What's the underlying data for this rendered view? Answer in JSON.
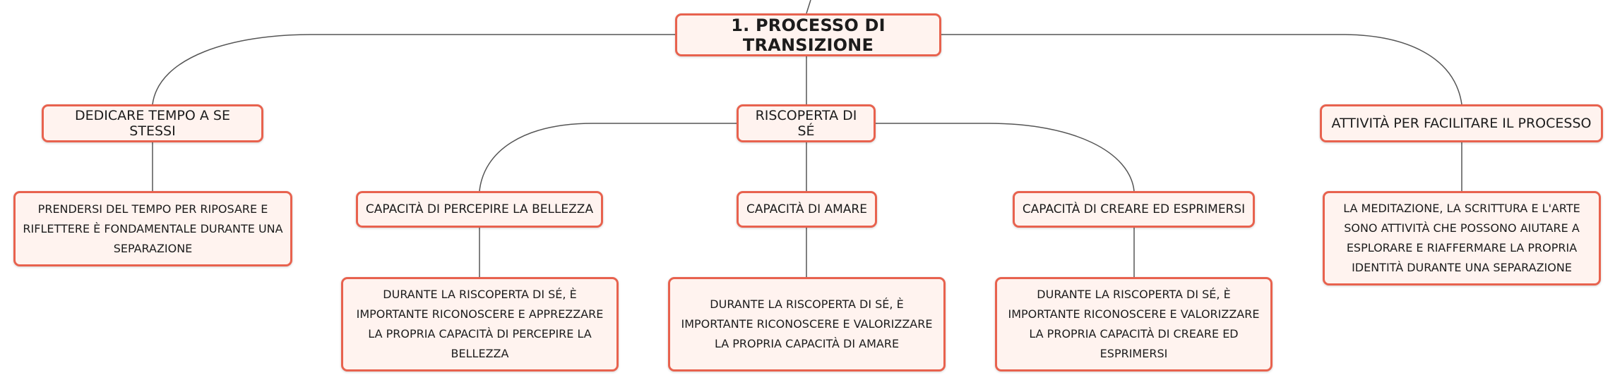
{
  "diagram": {
    "root": {
      "label": "1. PROCESSO DI TRANSIZIONE"
    },
    "branches": [
      {
        "label": "DEDICARE TEMPO A SE STESSI",
        "children": [
          {
            "label": "PRENDERSI DEL TEMPO PER RIPOSARE E RIFLETTERE È FONDAMENTALE DURANTE UNA SEPARAZIONE"
          }
        ]
      },
      {
        "label": "RISCOPERTA DI SÉ",
        "children": [
          {
            "label": "CAPACITÀ DI PERCEPIRE LA BELLEZZA",
            "children": [
              {
                "label": "DURANTE LA RISCOPERTA DI SÉ, È IMPORTANTE RICONOSCERE E APPREZZARE LA PROPRIA CAPACITÀ DI PERCEPIRE LA BELLEZZA"
              }
            ]
          },
          {
            "label": "CAPACITÀ DI AMARE",
            "children": [
              {
                "label": "DURANTE LA RISCOPERTA DI SÉ, È IMPORTANTE RICONOSCERE E VALORIZZARE LA PROPRIA CAPACITÀ DI AMARE"
              }
            ]
          },
          {
            "label": "CAPACITÀ DI CREARE ED ESPRIMERSI",
            "children": [
              {
                "label": "DURANTE LA RISCOPERTA DI SÉ, È IMPORTANTE RICONOSCERE E VALORIZZARE LA PROPRIA CAPACITÀ DI CREARE ED ESPRIMERSI"
              }
            ]
          }
        ]
      },
      {
        "label": "ATTIVITÀ PER FACILITARE IL PROCESSO",
        "children": [
          {
            "label": "LA MEDITAZIONE, LA SCRITTURA E L'ARTE SONO ATTIVITÀ CHE POSSONO AIUTARE A ESPLORARE E RIAFFERMARE LA PROPRIA IDENTITÀ DURANTE UNA SEPARAZIONE"
          }
        ]
      }
    ],
    "colors": {
      "node_border": "#e8624e",
      "node_fill": "#fff3ef",
      "connector": "#555555",
      "text": "#1c1c1c"
    }
  }
}
